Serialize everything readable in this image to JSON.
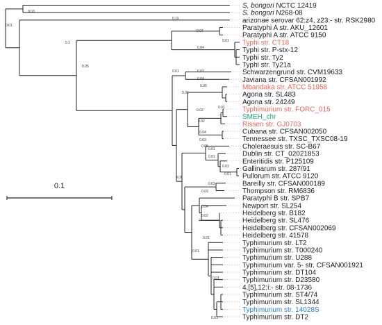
{
  "colors": {
    "branch": "#222222",
    "default": "#222222",
    "red": "#e8665a",
    "green": "#1aa86e",
    "blue": "#2a7fd4",
    "dots": "#c6c6c6"
  },
  "scale": {
    "label": "0.1",
    "value": 0.1
  },
  "taxa": [
    {
      "italic": "S. bongori",
      "name": " NCTC 12419",
      "color": "default"
    },
    {
      "italic": "S. bongori",
      "name": " N268-08",
      "color": "default"
    },
    {
      "name": "arizonae serovar 62:z4, z23:- str. RSK2980",
      "color": "default"
    },
    {
      "name": "Paratyphi A str. AKU_12601",
      "color": "default"
    },
    {
      "name": "Paratyphi A str. ATCC 9150",
      "color": "default"
    },
    {
      "name": "Typhi str. CT18",
      "color": "red"
    },
    {
      "name": "Typhi str. P-stx-12",
      "color": "default"
    },
    {
      "name": "Typhi str. Ty2",
      "color": "default"
    },
    {
      "name": "Typhi str. Ty21a",
      "color": "default"
    },
    {
      "name": "Schwarzengrund str. CVM19633",
      "color": "default"
    },
    {
      "name": "Javiana str. CFSAN001992",
      "color": "default"
    },
    {
      "name": "Mbandaka str. ATCC 51958",
      "color": "red"
    },
    {
      "name": "Agona str. SL483",
      "color": "default"
    },
    {
      "name": "Agona str. 24249",
      "color": "default"
    },
    {
      "name": "Typhimurium str. FORC_015",
      "color": "red"
    },
    {
      "name": "SMEH_chr",
      "color": "green"
    },
    {
      "name": "Rissen str. GJ0703",
      "color": "red"
    },
    {
      "name": "Cubana str. CFSAN002050",
      "color": "default"
    },
    {
      "name": "Tennessee str. TXSC_TXSC08-19",
      "color": "default"
    },
    {
      "name": "Choleraesuis str. SC-B67",
      "color": "default"
    },
    {
      "name": "Dublin str. CT_02021853",
      "color": "default"
    },
    {
      "name": "Enteritidis str. P125109",
      "color": "default"
    },
    {
      "name": "Gallinarum str. 287/91",
      "color": "default"
    },
    {
      "name": "Pullorum str. ATCC 9120",
      "color": "default"
    },
    {
      "name": "Bareilly str. CFSAN000189",
      "color": "default"
    },
    {
      "name": "Thompson str. RM6836",
      "color": "default"
    },
    {
      "name": "Paratyphi B str. SPB7",
      "color": "default"
    },
    {
      "name": "Newport str. SL254",
      "color": "default"
    },
    {
      "name": "Heidelberg str. B182",
      "color": "default"
    },
    {
      "name": "Heidelberg str. SL476",
      "color": "default"
    },
    {
      "name": "Heidelberg str. CFSAN002069",
      "color": "default"
    },
    {
      "name": "Heidelberg str. 41578",
      "color": "default"
    },
    {
      "name": "Typhimurium str. LT2",
      "color": "default"
    },
    {
      "name": "Typhimurium str. T000240",
      "color": "default"
    },
    {
      "name": "Typhimurium str. U288",
      "color": "default"
    },
    {
      "name": "Typhimurium var. 5- str. CFSAN001921",
      "color": "default"
    },
    {
      "name": "Typhimurium str. DT104",
      "color": "default"
    },
    {
      "name": "Typhimurium str. D23580",
      "color": "default"
    },
    {
      "name": "4,[5],12:i:- str. 08-1736",
      "color": "default"
    },
    {
      "name": "Typhimurium str. ST4/74",
      "color": "default"
    },
    {
      "name": "Typhimurium str. SL1344",
      "color": "default"
    },
    {
      "name": "Typhimurium str. 14028S",
      "color": "blue"
    },
    {
      "name": "Typhimurium str. DT2",
      "color": "default"
    }
  ],
  "branch_labels": [
    "0.03",
    "0.01",
    "0.1",
    "0.11",
    "0.04",
    "0.04",
    "0.01",
    "0.05",
    "0.01",
    "0.03",
    "0.04",
    "0.05",
    "0.01",
    "0.02",
    "0.01",
    "0.02",
    "0.04",
    "0.03",
    "0.01",
    "0.05",
    "0.01",
    "0.02",
    "0.01",
    "0.02",
    "0.03",
    "0.04",
    "0.02",
    "0.01",
    "0.01",
    "0.01",
    "0.01",
    "0.01"
  ]
}
